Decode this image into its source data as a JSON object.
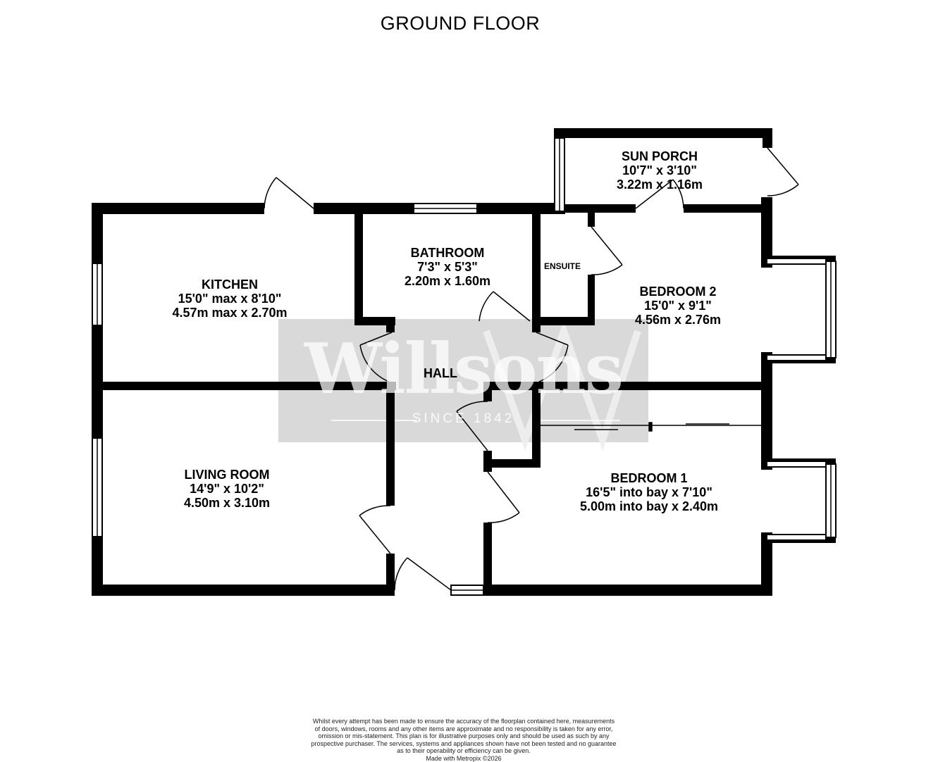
{
  "floor_title": "GROUND FLOOR",
  "rooms": {
    "sun_porch": {
      "name": "SUN PORCH",
      "dim_imperial": "10'7\"  x 3'10\"",
      "dim_metric": "3.22m  x 1.16m"
    },
    "kitchen": {
      "name": "KITCHEN",
      "dim_imperial": "15'0\" max x 8'10\"",
      "dim_metric": "4.57m max x 2.70m"
    },
    "bathroom": {
      "name": "BATHROOM",
      "dim_imperial": "7'3\"  x 5'3\"",
      "dim_metric": "2.20m  x 1.60m"
    },
    "ensuite": {
      "name": "ENSUITE"
    },
    "bedroom2": {
      "name": "BEDROOM 2",
      "dim_imperial": "15'0\"  x 9'1\"",
      "dim_metric": "4.56m  x 2.76m"
    },
    "hall": {
      "name": "HALL"
    },
    "living_room": {
      "name": "LIVING ROOM",
      "dim_imperial": "14'9\"  x 10'2\"",
      "dim_metric": "4.50m  x 3.10m"
    },
    "bedroom1": {
      "name": "BEDROOM 1",
      "dim_imperial": "16'5\" into bay x 7'10\"",
      "dim_metric": "5.00m into bay x 2.40m"
    }
  },
  "watermark": {
    "brand": "Willsons",
    "since": "SINCE 1842"
  },
  "disclaimer": {
    "lines": [
      "Whilst every attempt has been made to ensure the accuracy of the floorplan contained here, measurements",
      "of doors, windows, rooms and any other items are approximate and no responsibility is taken for any error,",
      "omission or mis-statement. This plan is for illustrative purposes only and should be used as such by any",
      "prospective purchaser. The services, systems and appliances shown have not been tested and no guarantee",
      "as to their operability or efficiency can be given.",
      "Made with Metropix ©2026"
    ]
  },
  "colors": {
    "wall": "#000000",
    "watermark_bg": "#d9d9d9",
    "background": "#ffffff"
  }
}
